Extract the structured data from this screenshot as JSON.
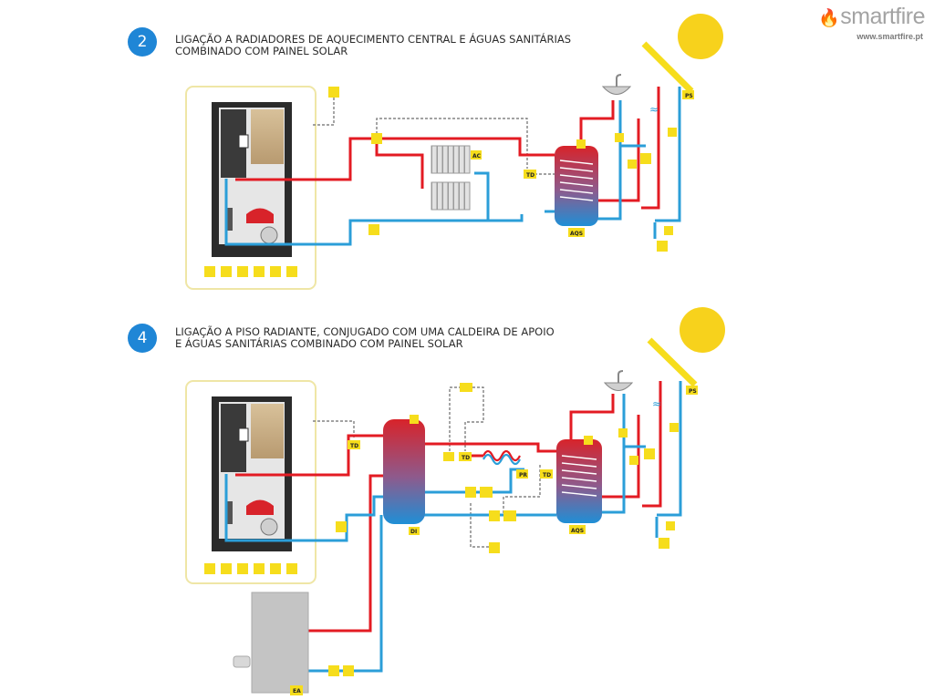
{
  "brand": {
    "name": "smartfire",
    "url": "www.smartfire.pt",
    "flame_icon": "flame-icon"
  },
  "colors": {
    "hot": "#e31b23",
    "cold": "#2b9ed8",
    "label": "#f6dd1c",
    "frame": "#efe6a6",
    "sun": "#f7d21c",
    "badge": "#1f86d6"
  },
  "diagram2": {
    "number": "2",
    "title_line1": "LIGAÇÃO A RADIADORES DE AQUECIMENTO CENTRAL E ÁGUAS SANITÁRIAS",
    "title_line2": "COMBINADO COM PAINEL SOLAR",
    "labels": {
      "ac": "AC",
      "td": "TD",
      "aqs": "AQS",
      "ps": "PS"
    }
  },
  "diagram4": {
    "number": "4",
    "title_line1": "LIGAÇÃO A PISO RADIANTE, CONJUGADO COM UMA CALDEIRA DE APOIO",
    "title_line2": "E ÁGUAS SANITÁRIAS COMBINADO COM PAINEL SOLAR",
    "labels": {
      "td_left": "TD",
      "di": "DI",
      "pr": "PR",
      "td_mid": "TD",
      "td_right": "TD",
      "aqs": "AQS",
      "ps": "PS",
      "ea": "EA"
    }
  }
}
